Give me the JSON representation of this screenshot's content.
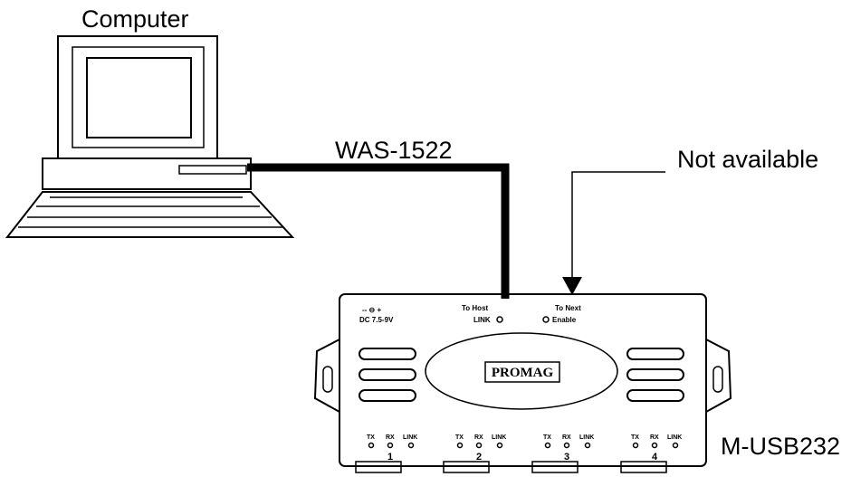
{
  "labels": {
    "computer": "Computer",
    "cable": "WAS-1522",
    "not_available": "Not available",
    "device": "M-USB232"
  },
  "device": {
    "power_symbol": "-- ⊖ +",
    "power_rating": "DC 7.5-9V",
    "to_host": "To Host",
    "link": "LINK",
    "to_next": "To Next",
    "enable": "Enable",
    "logo": "PROMAG",
    "ports": [
      {
        "number": "1",
        "tx": "TX",
        "rx": "RX",
        "link": "LINK"
      },
      {
        "number": "2",
        "tx": "TX",
        "rx": "RX",
        "link": "LINK"
      },
      {
        "number": "3",
        "tx": "TX",
        "rx": "RX",
        "link": "LINK"
      },
      {
        "number": "4",
        "tx": "TX",
        "rx": "RX",
        "link": "LINK"
      }
    ]
  }
}
